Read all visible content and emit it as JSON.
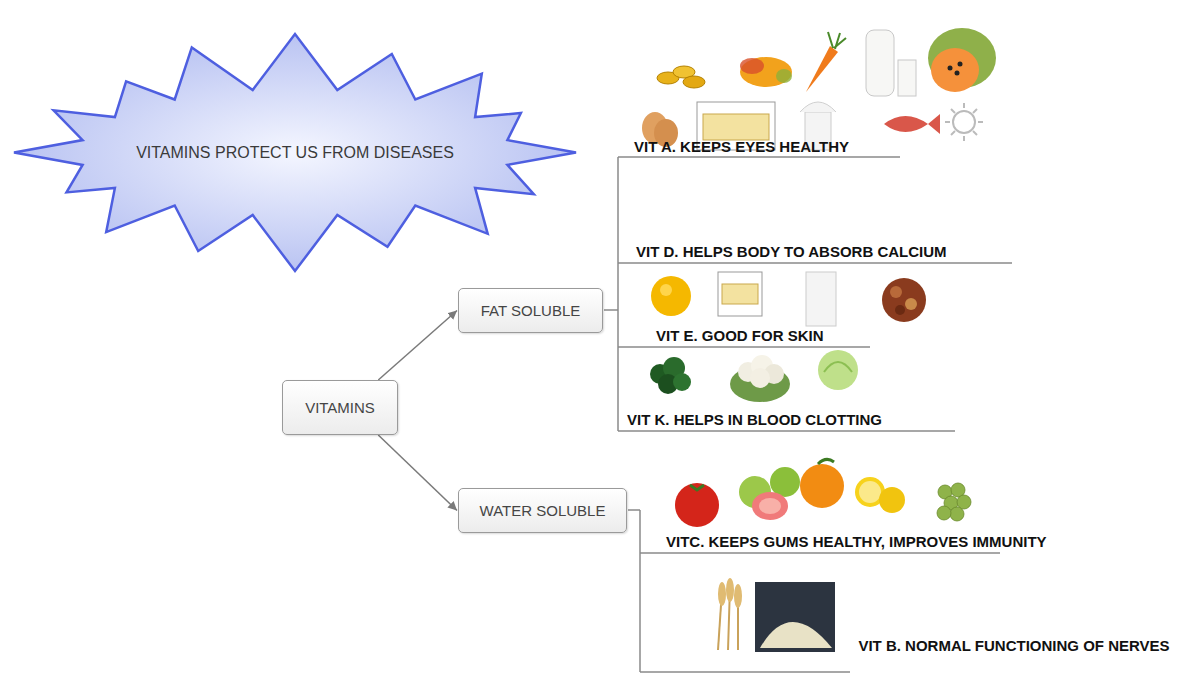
{
  "diagram": {
    "nodes": [
      {
        "text": [
          "VITAMINS PROTECT US FROM DISEASES"
        ]
      },
      {
        "text": [
          "VITAMINS"
        ]
      },
      {
        "text": [
          "FAT SOLUBLE"
        ]
      },
      {
        "text": [
          "WATER SOLUBLE"
        ]
      }
    ],
    "edges": [
      {
        "from": 1,
        "to": 2,
        "arrow": "to"
      },
      {
        "from": 1,
        "to": 3,
        "arrow": "to"
      }
    ],
    "labels": [
      "VIT A. KEEPS EYES HEALTHY",
      "VIT D. HELPS BODY TO ABSORB CALCIUM",
      "VIT E. GOOD FOR SKIN",
      "VIT K. HELPS IN BLOOD CLOTTING",
      "VITC. KEEPS GUMS HEALTHY, IMPROVES IMMUNITY",
      "VIT B. NORMAL FUNCTIONING OF NERVES"
    ]
  }
}
